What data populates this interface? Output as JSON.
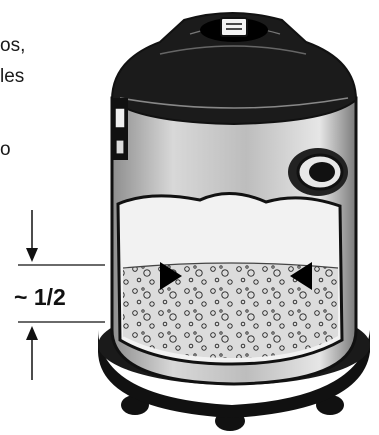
{
  "text_fragments": [
    "os,",
    "les",
    "o"
  ],
  "measurement_label": "~ 1/2",
  "icons": {
    "vacuum": "wet-dry-vacuum-illustration",
    "arrow_down": "arrow-down-icon",
    "arrow_up": "arrow-up-icon",
    "fill_left": "fill-level-arrow-right-icon",
    "fill_right": "fill-level-arrow-left-icon"
  },
  "colors": {
    "ink": "#111111",
    "steel": "#c8c8c8",
    "water": "#dcdcdc"
  }
}
